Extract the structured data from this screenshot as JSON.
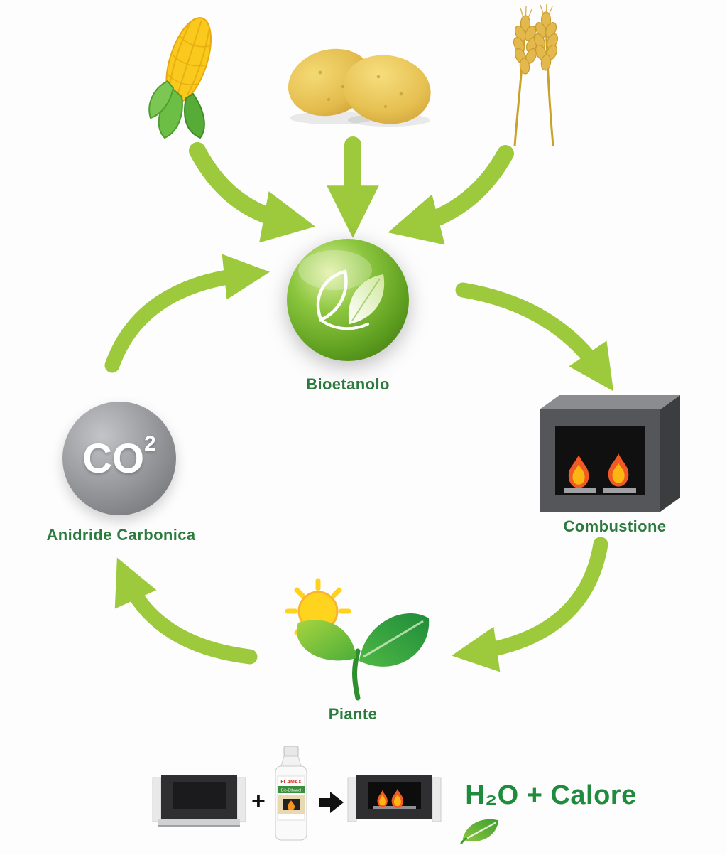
{
  "colors": {
    "arrow_green": "#9DC93C",
    "label_green": "#2C7A3E",
    "result_green": "#1F8B3C",
    "flame_orange": "#F15A24",
    "flame_yellow": "#FCB614"
  },
  "nodes": {
    "bioetanolo": {
      "label": "Bioetanolo"
    },
    "co2": {
      "symbol": "CO",
      "superscript": "2",
      "label": "Anidride Carbonica"
    },
    "combustione": {
      "label": "Combustione"
    },
    "piante": {
      "label": "Piante"
    }
  },
  "bottom": {
    "plus": "+",
    "result": "H₂O + Calore",
    "bottle": {
      "brand": "FLAMAX",
      "type": "Bio-Ethanol"
    }
  }
}
